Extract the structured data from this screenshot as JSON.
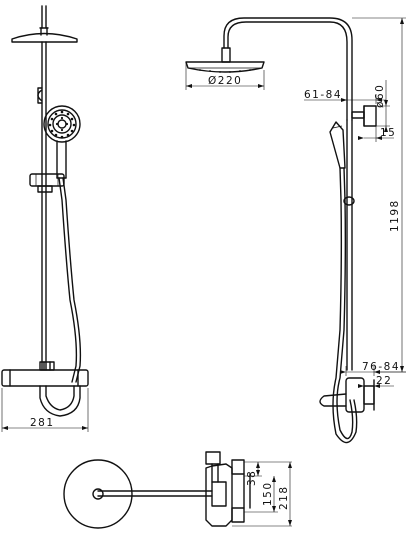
{
  "dimensions": {
    "overhead_diameter": "Ø220",
    "pipe_offset_range": "61-84",
    "height": "1198",
    "bracket_diameter": "60",
    "bracket_thickness": "15",
    "front_width": "281",
    "spout_range": "76-84",
    "spout_height": "22",
    "top_38": "38",
    "top_150": "150",
    "top_218": "218"
  }
}
